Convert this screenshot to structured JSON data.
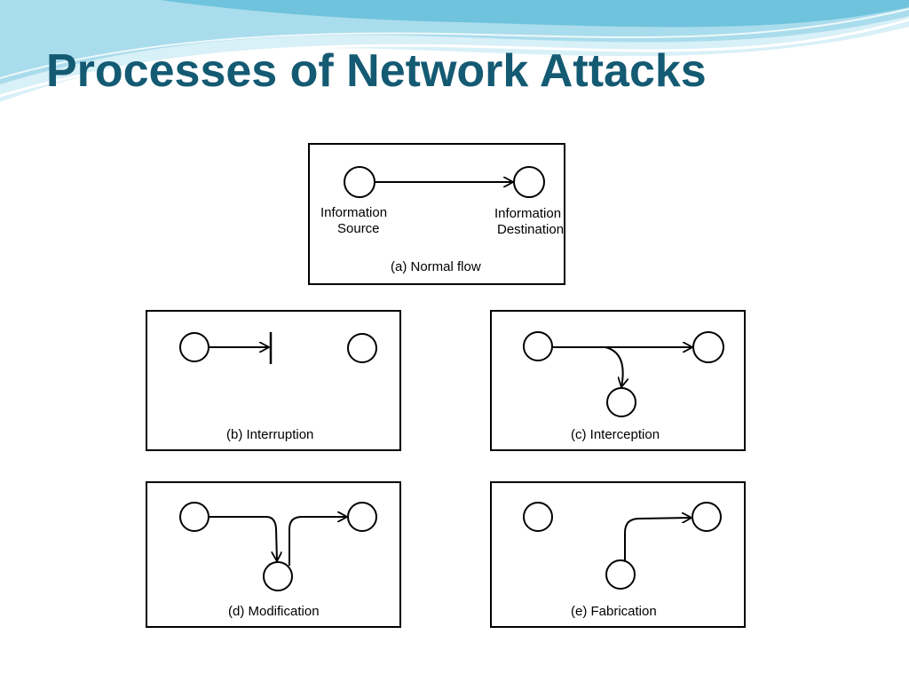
{
  "slide": {
    "title": "Processes of Network Attacks"
  },
  "colors": {
    "title": "#145a73",
    "wave_light": "#bfe7f2",
    "wave_mid": "#7ccbe0",
    "wave_dark": "#3aa6c8"
  },
  "panels": {
    "a": {
      "source_line1": "Information",
      "source_line2": "Source",
      "dest_line1": "Information",
      "dest_line2": "Destination",
      "caption": "(a)  Normal flow"
    },
    "b": {
      "caption": "(b)  Interruption"
    },
    "c": {
      "caption": "(c)  Interception"
    },
    "d": {
      "caption": "(d)  Modification"
    },
    "e": {
      "caption": "(e)  Fabrication"
    }
  }
}
